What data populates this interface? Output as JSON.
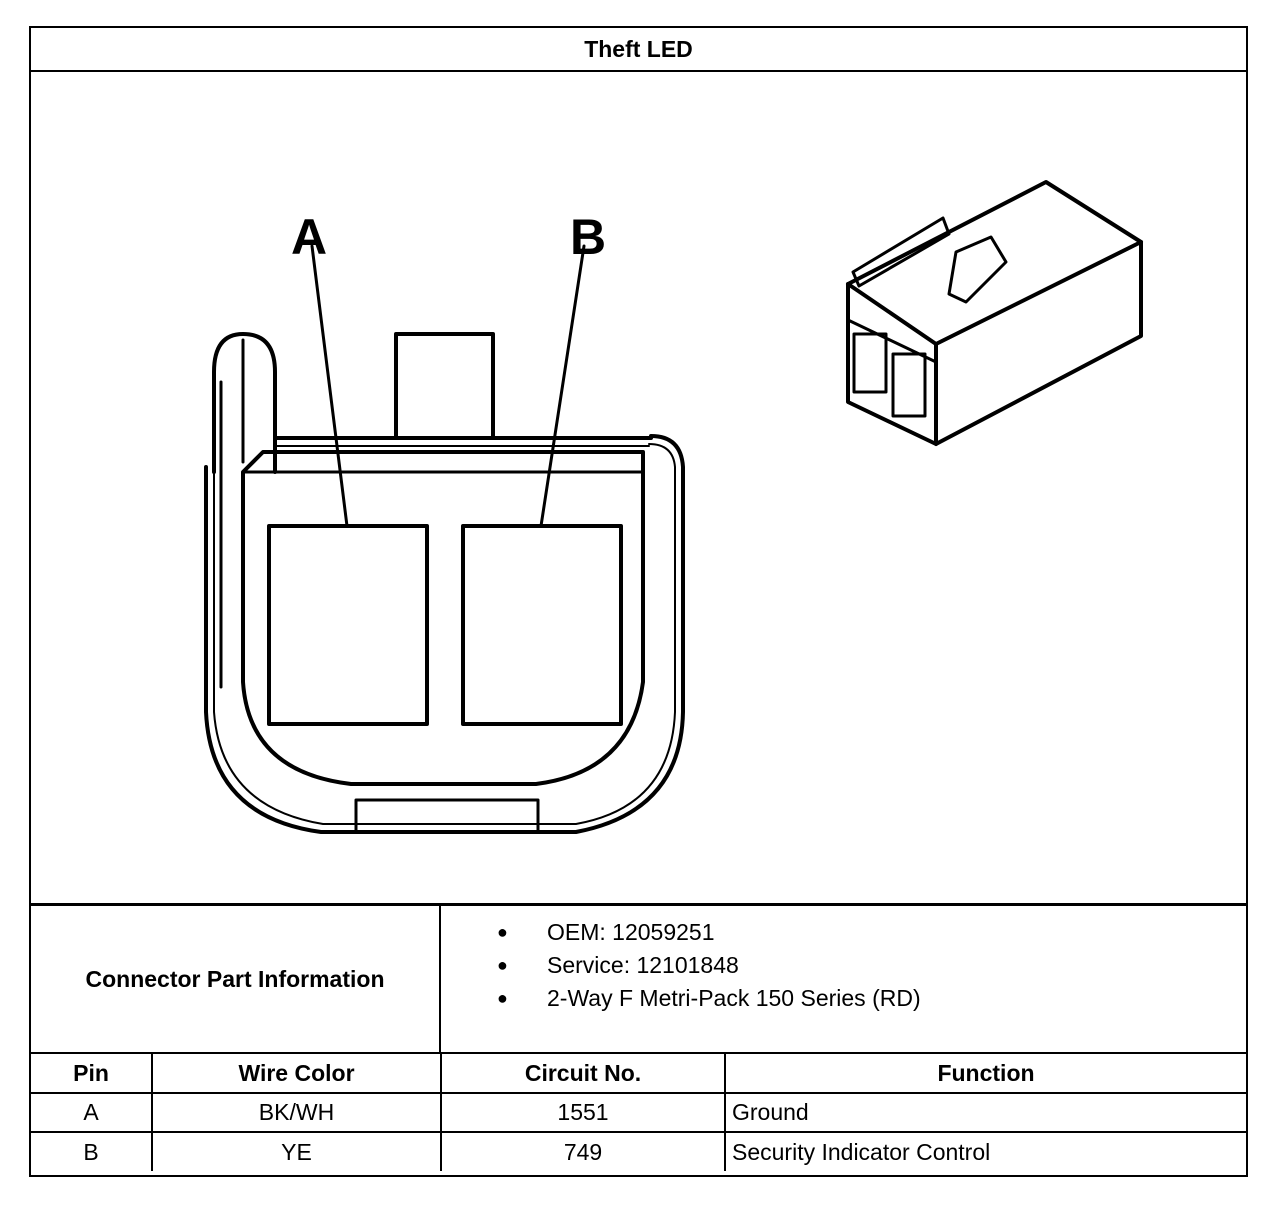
{
  "title": "Theft LED",
  "diagram": {
    "pin_labels": [
      "A",
      "B"
    ]
  },
  "connector_info": {
    "label": "Connector Part Information",
    "items": [
      "OEM: 12059251",
      "Service: 12101848",
      "2-Way F Metri-Pack 150 Series (RD)"
    ]
  },
  "pin_table": {
    "headers": [
      "Pin",
      "Wire Color",
      "Circuit No.",
      "Function"
    ],
    "rows": [
      {
        "pin": "A",
        "wire_color": "BK/WH",
        "circuit": "1551",
        "function": "Ground"
      },
      {
        "pin": "B",
        "wire_color": "YE",
        "circuit": "749",
        "function": "Security Indicator Control"
      }
    ]
  }
}
